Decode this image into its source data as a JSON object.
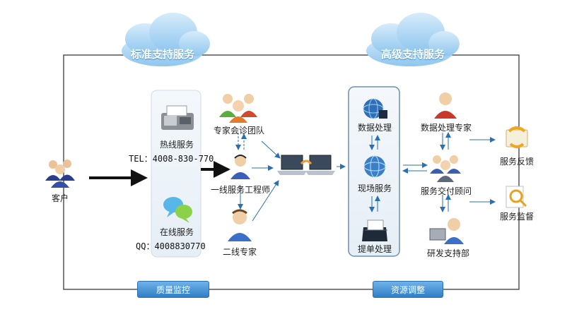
{
  "clouds": {
    "standard": "标准支持服务",
    "advanced": "高级支持服务"
  },
  "bottom_tabs": {
    "quality": "质量监控",
    "resource": "资源调整"
  },
  "nodes": {
    "customer": "客户",
    "hotline": "热线服务",
    "online": "在线服务",
    "expert_team": "专家会诊团队",
    "first_line": "一线服务工程师",
    "second_line": "二线专家",
    "data_processing": "数据处理",
    "onsite": "现场服务",
    "ticket": "提单处理",
    "data_expert": "数据处理专家",
    "delivery_consultant": "服务交付顾问",
    "rd_support": "研发支持部",
    "feedback": "服务反馈",
    "supervision": "服务监督"
  },
  "contacts": {
    "tel": "TEL：4008-830-770",
    "qq": "QQ：4008830770"
  },
  "colors": {
    "cloud": "#a9d4f2",
    "accent_blue": "#2f7fc7",
    "frame": "#555555",
    "arrow_blue": "#2a6fb0"
  }
}
